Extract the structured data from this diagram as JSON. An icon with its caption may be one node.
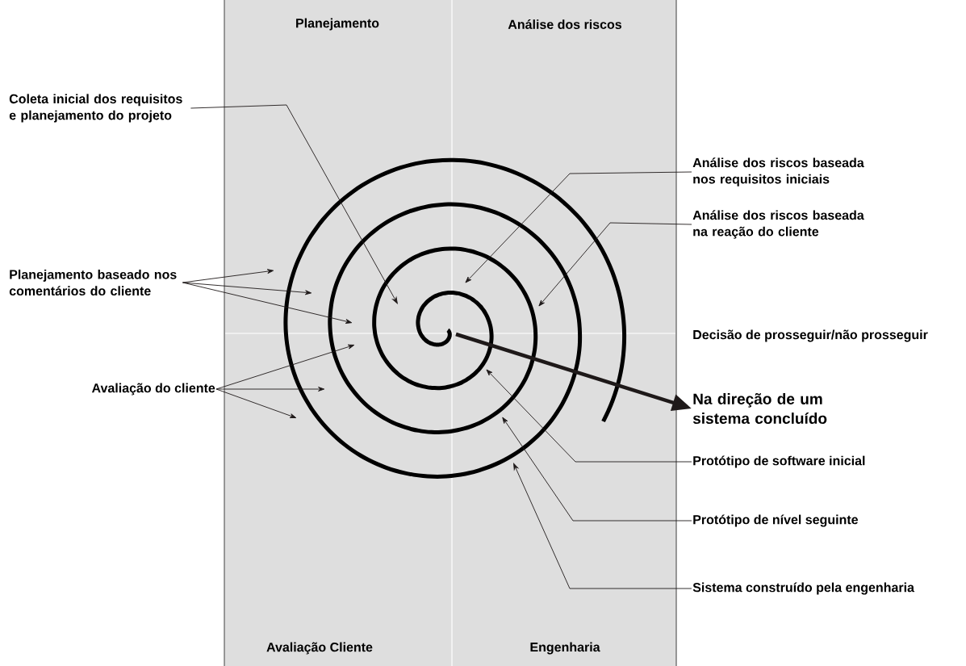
{
  "diagram": {
    "nodes": [
      {
        "text": [
          "Coleta inicial dos requisitos e planejamento do projeto"
        ]
      },
      {
        "text": [
          "Planejamento baseado nos comentários do cliente"
        ]
      },
      {
        "text": [
          "Avaliação do cliente"
        ]
      },
      {
        "text": [
          "Análise dos riscos baseada nos requisitos iniciais"
        ]
      },
      {
        "text": [
          "Análise dos riscos baseada na reação do cliente"
        ]
      },
      {
        "text": [
          "Na direção de um sistema concluído"
        ]
      },
      {
        "text": [
          "Protótipo de software inicial"
        ]
      },
      {
        "text": [
          "Protótipo de nível seguinte"
        ]
      },
      {
        "text": [
          "Sistema construído pela engenharia"
        ]
      }
    ],
    "edges": [
      {
        "from": 0,
        "to": null,
        "arrow": "to"
      },
      {
        "from": 1,
        "to": null,
        "arrow": "to"
      },
      {
        "from": 1,
        "to": null,
        "arrow": "to"
      },
      {
        "from": 1,
        "to": null,
        "arrow": "to"
      },
      {
        "from": 2,
        "to": null,
        "arrow": "to"
      },
      {
        "from": 2,
        "to": null,
        "arrow": "to"
      },
      {
        "from": 2,
        "to": null,
        "arrow": "to"
      },
      {
        "from": 3,
        "to": null,
        "arrow": "to"
      },
      {
        "from": 4,
        "to": null,
        "arrow": "to"
      },
      {
        "from": null,
        "to": 5,
        "arrow": "to",
        "style": "thick"
      },
      {
        "from": 6,
        "to": null,
        "arrow": "to"
      },
      {
        "from": 7,
        "to": null,
        "arrow": "to"
      },
      {
        "from": 8,
        "to": null,
        "arrow": "to"
      }
    ],
    "labels": [
      "Planejamento",
      "Análise dos riscos",
      "Decisão de prosseguir/não prosseguir",
      "Avaliação Cliente",
      "Engenharia"
    ]
  }
}
